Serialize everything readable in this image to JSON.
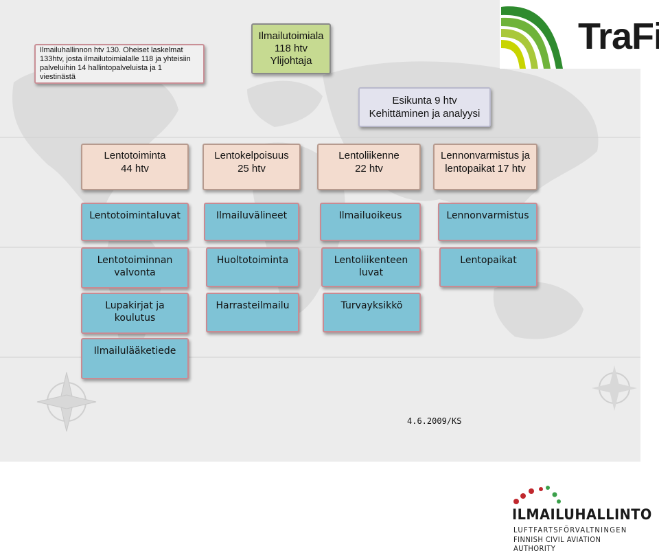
{
  "note": {
    "line1": "Ilmailuhallinnon htv 130. Oheiset laskelmat",
    "line2": "133htv, josta ilmailutoimialalle 118 ja  yhteisiin",
    "line3": "palveluihin 14 hallintopalveluista ja 1 viestinästä"
  },
  "top": {
    "line1": "Ilmailutoimiala",
    "line2": "118 htv",
    "line3": "Ylijohtaja"
  },
  "staff": {
    "line1": "Esikunta 9 htv",
    "line2": "Kehittäminen ja analyysi"
  },
  "departments": [
    {
      "line1": "Lentotoiminta",
      "line2": "44 htv"
    },
    {
      "line1": "Lentokelpoisuus",
      "line2": "25 htv"
    },
    {
      "line1": "Lentoliikenne",
      "line2": "22 htv"
    },
    {
      "line1": "Lennonvarmistus ja",
      "line2": "lentopaikat 17 htv"
    }
  ],
  "units": {
    "col1": [
      {
        "line1": "Lentotoimintaluvat",
        "line2": ""
      },
      {
        "line1": "Lentotoiminnan",
        "line2": "valvonta"
      },
      {
        "line1": "Lupakirjat ja",
        "line2": "koulutus"
      },
      {
        "line1": "Ilmailulääketiede",
        "line2": ""
      }
    ],
    "col2": [
      {
        "line1": "Ilmailuvälineet",
        "line2": ""
      },
      {
        "line1": "Huoltotoiminta",
        "line2": ""
      },
      {
        "line1": "Harrasteilmailu",
        "line2": ""
      }
    ],
    "col3": [
      {
        "line1": "Ilmailuoikeus",
        "line2": ""
      },
      {
        "line1": "Lentoliikenteen",
        "line2": "luvat"
      },
      {
        "line1": "Turvayksikkö",
        "line2": ""
      }
    ],
    "col4": [
      {
        "line1": "Lennonvarmistus",
        "line2": ""
      },
      {
        "line1": "Lentopaikat",
        "line2": ""
      }
    ]
  },
  "date_text": "4.6.2009/KS",
  "logos": {
    "trafi": "TraFi",
    "ilmailuhallinto": "ILMAILUHALLINTO",
    "sub1": "LUFTFARTSFÖRVALTNINGEN",
    "sub2": "FINNISH CIVIL AVIATION AUTHORITY"
  },
  "colors": {
    "top_box": "#c6da91",
    "staff_box": "#e3e3ee",
    "department_box": "#f3dccf",
    "unit_box": "#7fc3d6",
    "trafi_green": "#2e8b2e",
    "trafi_yellow": "#c8d400"
  }
}
